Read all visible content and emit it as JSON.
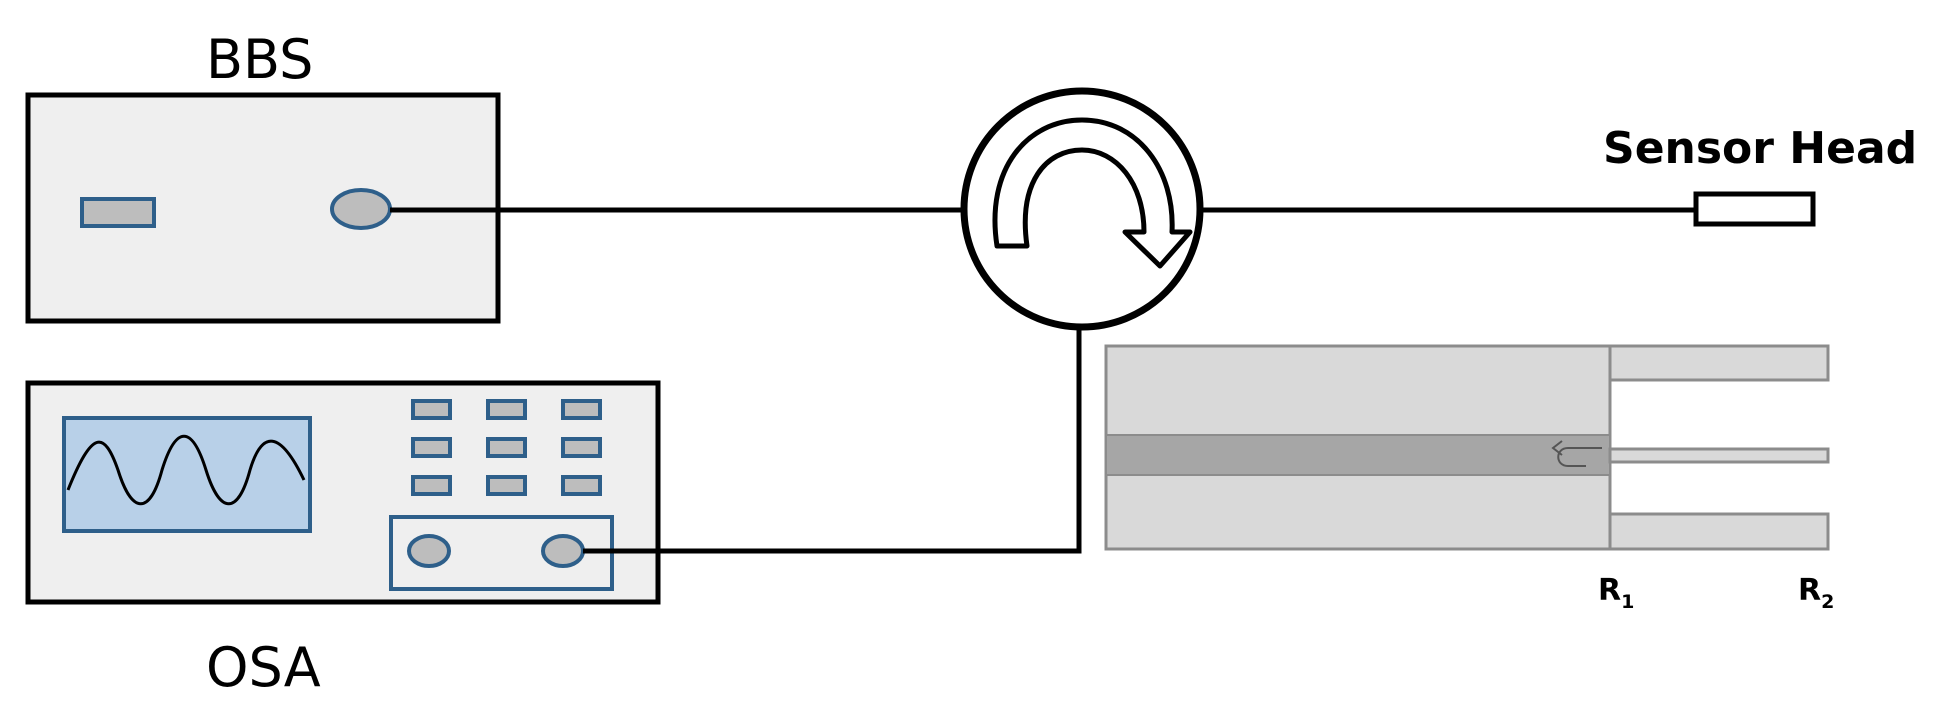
{
  "labels": {
    "bbs": "BBS",
    "osa": "OSA",
    "sensor_head": "Sensor Head",
    "r1": "R",
    "r1_sub": "1",
    "r2": "R",
    "r2_sub": "2"
  },
  "components": {
    "broadband_source": {
      "label": "BBS",
      "connector_icon": "fiber-port-icon"
    },
    "spectrum_analyzer": {
      "label": "OSA",
      "display_icon": "sine-wave-icon",
      "button_grid": "3x3"
    },
    "circulator": {
      "icon": "circular-arrow-icon"
    },
    "sensor_head": {
      "label": "Sensor Head"
    },
    "fabry_perot_cavity": {
      "reflection_points": [
        "R1",
        "R2"
      ],
      "reflection_icon": "return-arrow-icon"
    }
  },
  "colors": {
    "panel_fill": "#efefef",
    "screen_fill": "#b8d0e8",
    "accent_blue": "#2e5f8a",
    "port_fill": "#bdbdbd",
    "fiber_line": "#000000",
    "cavity_light": "#d9d9d9",
    "cavity_core": "#a6a6a6",
    "cavity_stroke": "#8c8c8c"
  }
}
